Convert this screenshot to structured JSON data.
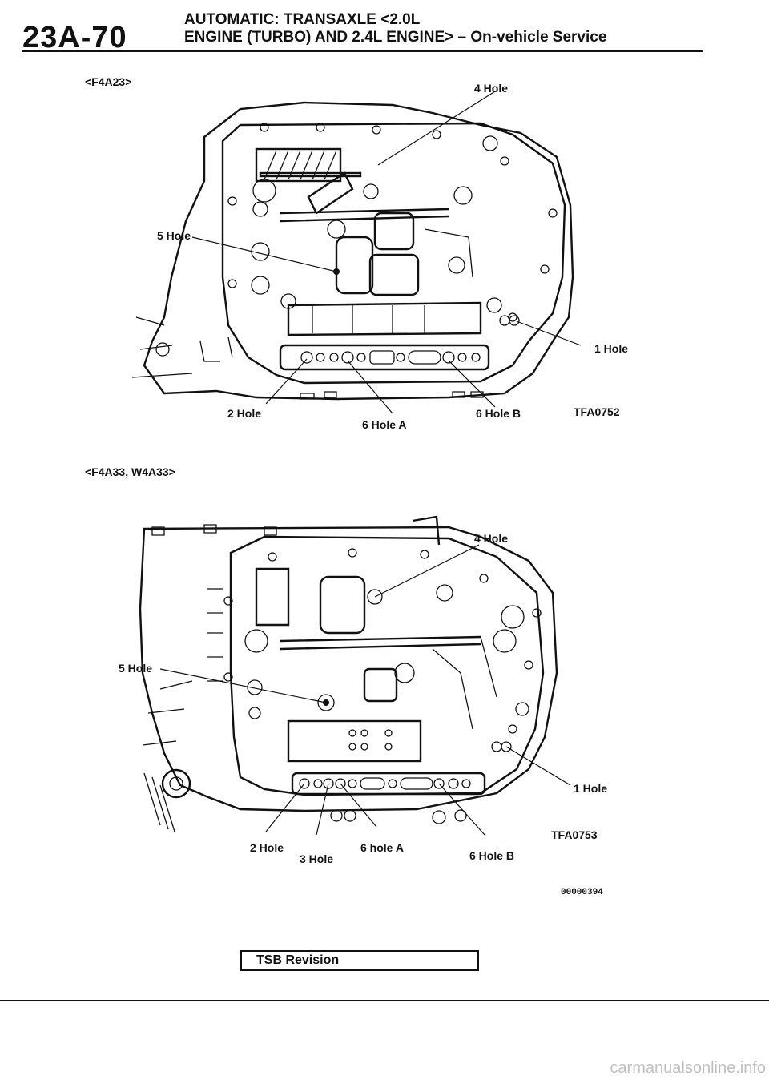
{
  "header": {
    "page_number": "23A-70",
    "title_line1": "AUTOMATIC: TRANSAXLE <2.0L",
    "title_line2": "ENGINE (TURBO) AND 2.4L ENGINE> – On-vehicle Service"
  },
  "figure_top": {
    "model_label": "<F4A23>",
    "figure_code": "TFA0752",
    "callouts": {
      "hole4": "4 Hole",
      "hole5": "5 Hole",
      "hole1": "1 Hole",
      "hole2": "2 Hole",
      "hole6a": "6 Hole A",
      "hole6b": "6 Hole B"
    }
  },
  "figure_bottom": {
    "model_label": "<F4A33, W4A33>",
    "figure_code": "TFA0753",
    "callouts": {
      "hole4": "4 Hole",
      "hole5": "5 Hole",
      "hole1": "1 Hole",
      "hole2": "2 Hole",
      "hole3": "3 Hole",
      "hole6a": "6 hole A",
      "hole6b": "6 Hole B"
    }
  },
  "document_code": "00000394",
  "footer": {
    "tsb_label": "TSB Revision",
    "site": "carmanualsonline.info"
  }
}
